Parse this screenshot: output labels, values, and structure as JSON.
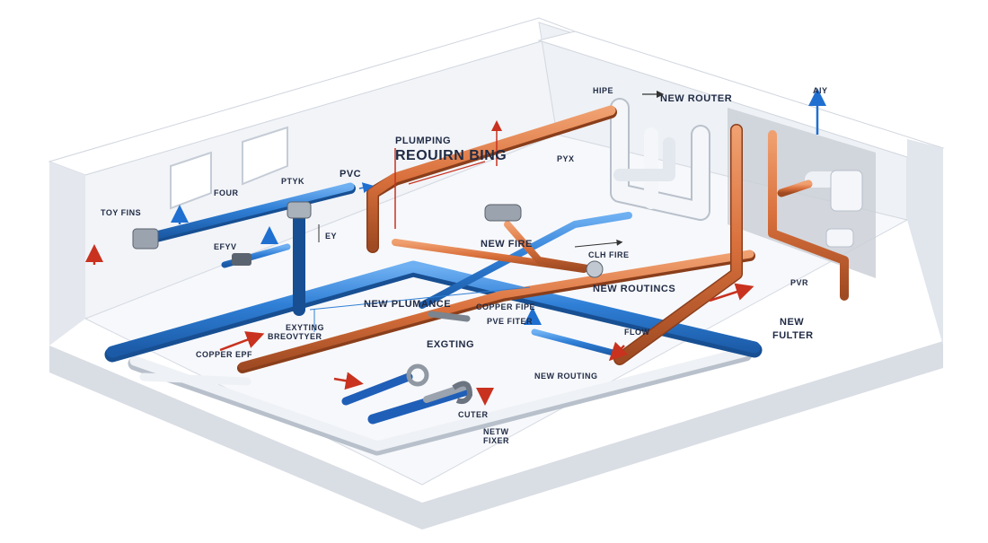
{
  "title": {
    "line1": "PLUMPING",
    "line2": "REOUIRN BING"
  },
  "labels": {
    "toy_fins": "TOY FINS",
    "four": "FOUR",
    "ptyk": "PTYK",
    "efy": "EFYV",
    "ey": "EY",
    "pvc": "PVC",
    "hipe": "HIPE",
    "new_router": "NEW ROUTER",
    "air": "AIY",
    "pyk": "PYX",
    "new_fire": "NEW FIRE",
    "clh_fire": "CLH FIRE",
    "new_routincs": "NEW ROUTINCS",
    "new_plumance": "NEW PLUMANCE",
    "copper_fipe": "COPPER FIPE",
    "pve_fiter": "PVE FITER",
    "exyting_1": "EXYTING",
    "exyting_2": "BREOVTYER",
    "copper_epf": "COPPER EPF",
    "exgting": "EXGTING",
    "new_routing": "NEW ROUTING",
    "flow": "FLOW",
    "pvr": "PVR",
    "new": "NEW",
    "fulter": "FULTER",
    "cuter": "CUTER",
    "bottom_1": "NETW",
    "bottom_2": "FIXER"
  },
  "colors": {
    "pvc_blue": "#2f7fd6",
    "copper": "#d9703c",
    "white_pipe": "#eef1f5",
    "arrow_red": "#c8321f",
    "arrow_blue": "#1f6fd1",
    "wall": "#f3f5f9",
    "floor": "#f7f8fb"
  },
  "icons": [
    "wrench-icon",
    "pipe-wrench-icon",
    "flow-arrow-icon"
  ]
}
